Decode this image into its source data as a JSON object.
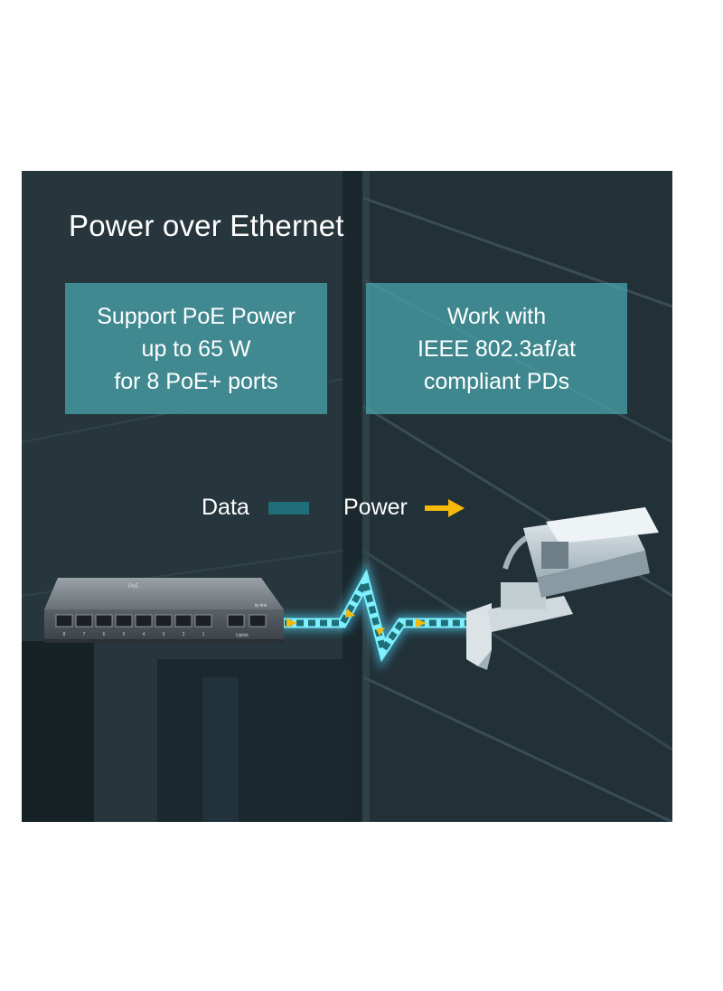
{
  "heading": "Power over Ethernet",
  "features": [
    {
      "lines": [
        "Support PoE Power",
        "up to 65 W",
        "for 8 PoE+ ports"
      ]
    },
    {
      "lines": [
        "Work with",
        "IEEE 802.3af/at",
        "compliant PDs"
      ]
    }
  ],
  "legend": {
    "data_label": "Data",
    "power_label": "Power"
  },
  "switch": {
    "brand": "tp-link",
    "model": "PoE",
    "port_numbers": [
      "8",
      "7",
      "6",
      "5",
      "4",
      "3",
      "2",
      "1"
    ],
    "uplink_label": "Uplink"
  },
  "colors": {
    "data": "#1f6e78",
    "power": "#f5b90a",
    "glow": "#4fd8ff",
    "box": "#48a0a8"
  }
}
